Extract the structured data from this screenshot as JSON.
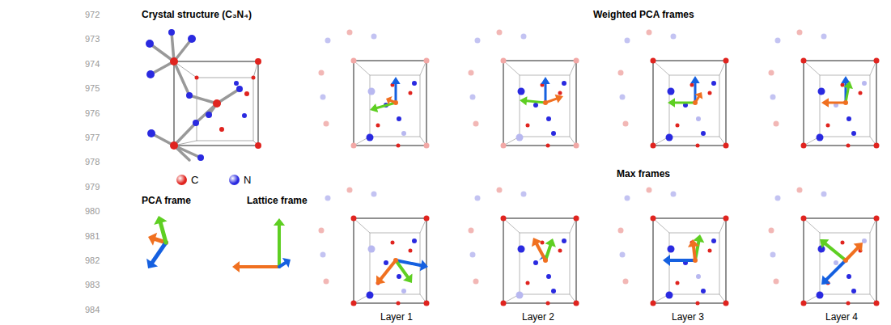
{
  "diagram": {
    "labels": [
      "972",
      "973",
      "974",
      "975",
      "976",
      "977",
      "978",
      "979",
      "980",
      "981",
      "982",
      "983",
      "984",
      "Crystal structure (C₃N₄)",
      "Weighted PCA frames",
      "Max frames",
      "PCA frame",
      "Lattice frame",
      "Layer 1",
      "Layer 2",
      "Layer 3",
      "Layer 4"
    ],
    "legend": [
      {
        "text": "C",
        "color": "#e0241f"
      },
      {
        "text": "N",
        "color": "#2a2ae0"
      }
    ]
  }
}
